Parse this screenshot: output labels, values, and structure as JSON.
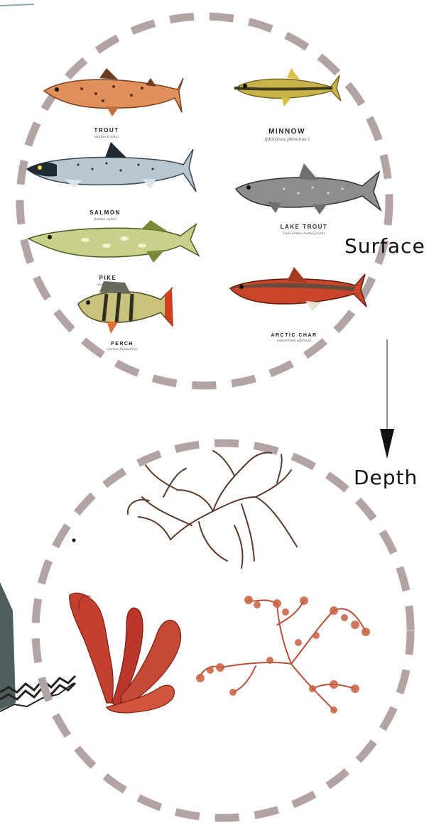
{
  "labels": {
    "surface": "Surface",
    "depth": "Depth"
  },
  "fish": [
    {
      "name": "TROUT",
      "latin": "(salmo trutta)"
    },
    {
      "name": "MINNOW",
      "latin": "(phoxinus phoxinus )"
    },
    {
      "name": "SALMON",
      "latin": "(salmo salar)"
    },
    {
      "name": "LAKE TROUT",
      "latin": "(salvelinus namaycush)"
    },
    {
      "name": "PIKE",
      "latin": "(esox lucius)"
    },
    {
      "name": "PERCH",
      "latin": "(perca fluviatilis)"
    },
    {
      "name": "ARCTIC CHAR",
      "latin": "(salvelinus alpinus)"
    }
  ],
  "algae": [
    {
      "icon": "brown-branching-seaweed"
    },
    {
      "icon": "red-leafy-seaweed"
    },
    {
      "icon": "red-feathery-seaweed"
    }
  ],
  "colors": {
    "circle_dash": "#b3a3a3",
    "arrow": "#222222",
    "trout": "#e0905a",
    "minnow": "#c9b24a",
    "salmon": "#b9c6d0",
    "lake_trout": "#8d8d8d",
    "pike": "#c8d08a",
    "perch": "#c9c27c",
    "arctic_char": "#c8452a",
    "brown_algae": "#5a3a2a",
    "red_algae": "#c2402f"
  }
}
